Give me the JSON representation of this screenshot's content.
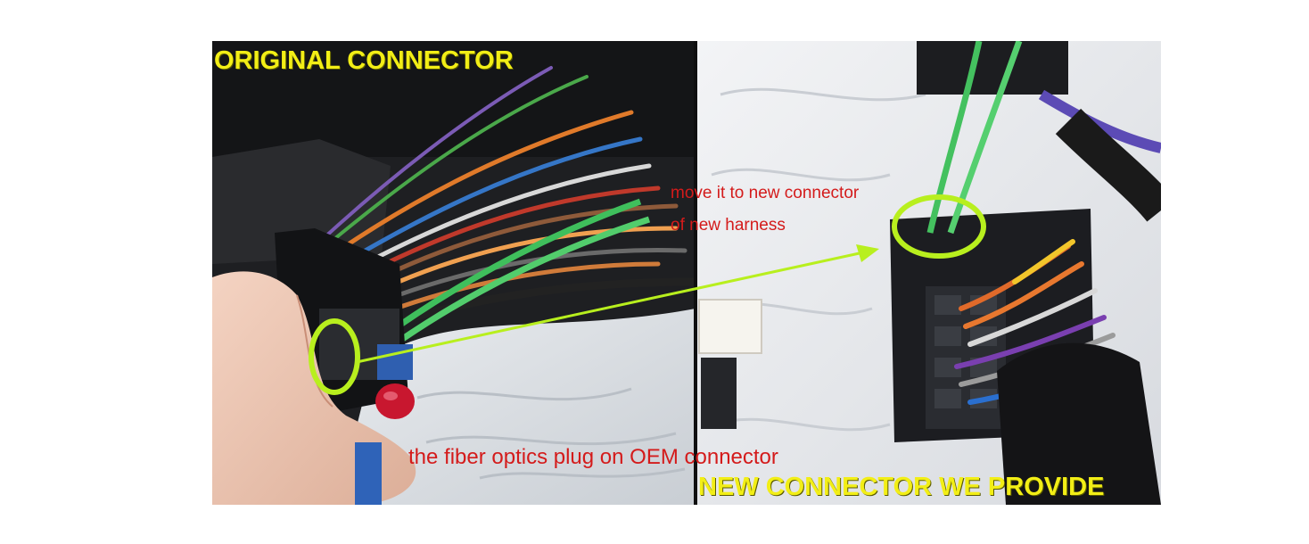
{
  "labels": {
    "original_connector": "ORIGINAL CONNECTOR",
    "new_connector": "NEW CONNECTOR WE PROVIDE",
    "move_line1": "move it to new connector",
    "move_line2": "of new harness",
    "fiber_optics": "the fiber optics plug on OEM connector"
  },
  "colors": {
    "headline": "#f2ee16",
    "annotation_text": "#d41b1b",
    "highlight": "#b8ef1e",
    "fiber_wire": "#3fbf5c"
  }
}
